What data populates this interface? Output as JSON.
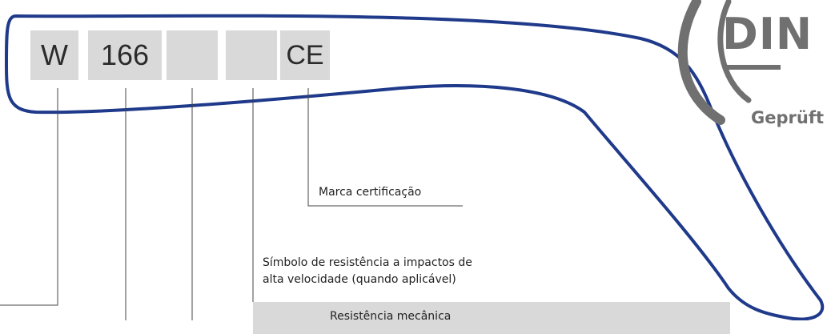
{
  "marking": {
    "codes": [
      "W",
      "166",
      "",
      "",
      "CE"
    ]
  },
  "labels": {
    "certification_mark": "Marca certificação",
    "impact_symbol_line1": "Símbolo de resistência a impactos de",
    "impact_symbol_line2": "alta velocidade (quando aplicável)",
    "mechanical_resistance": "Resistência mecânica"
  },
  "logo": {
    "name": "DIN",
    "subtitle": "Geprüft"
  },
  "colors": {
    "frame_outline": "#1f3a8a",
    "code_box": "#d9d9d9",
    "logo_gray": "#707070",
    "leader_line": "#444444"
  }
}
